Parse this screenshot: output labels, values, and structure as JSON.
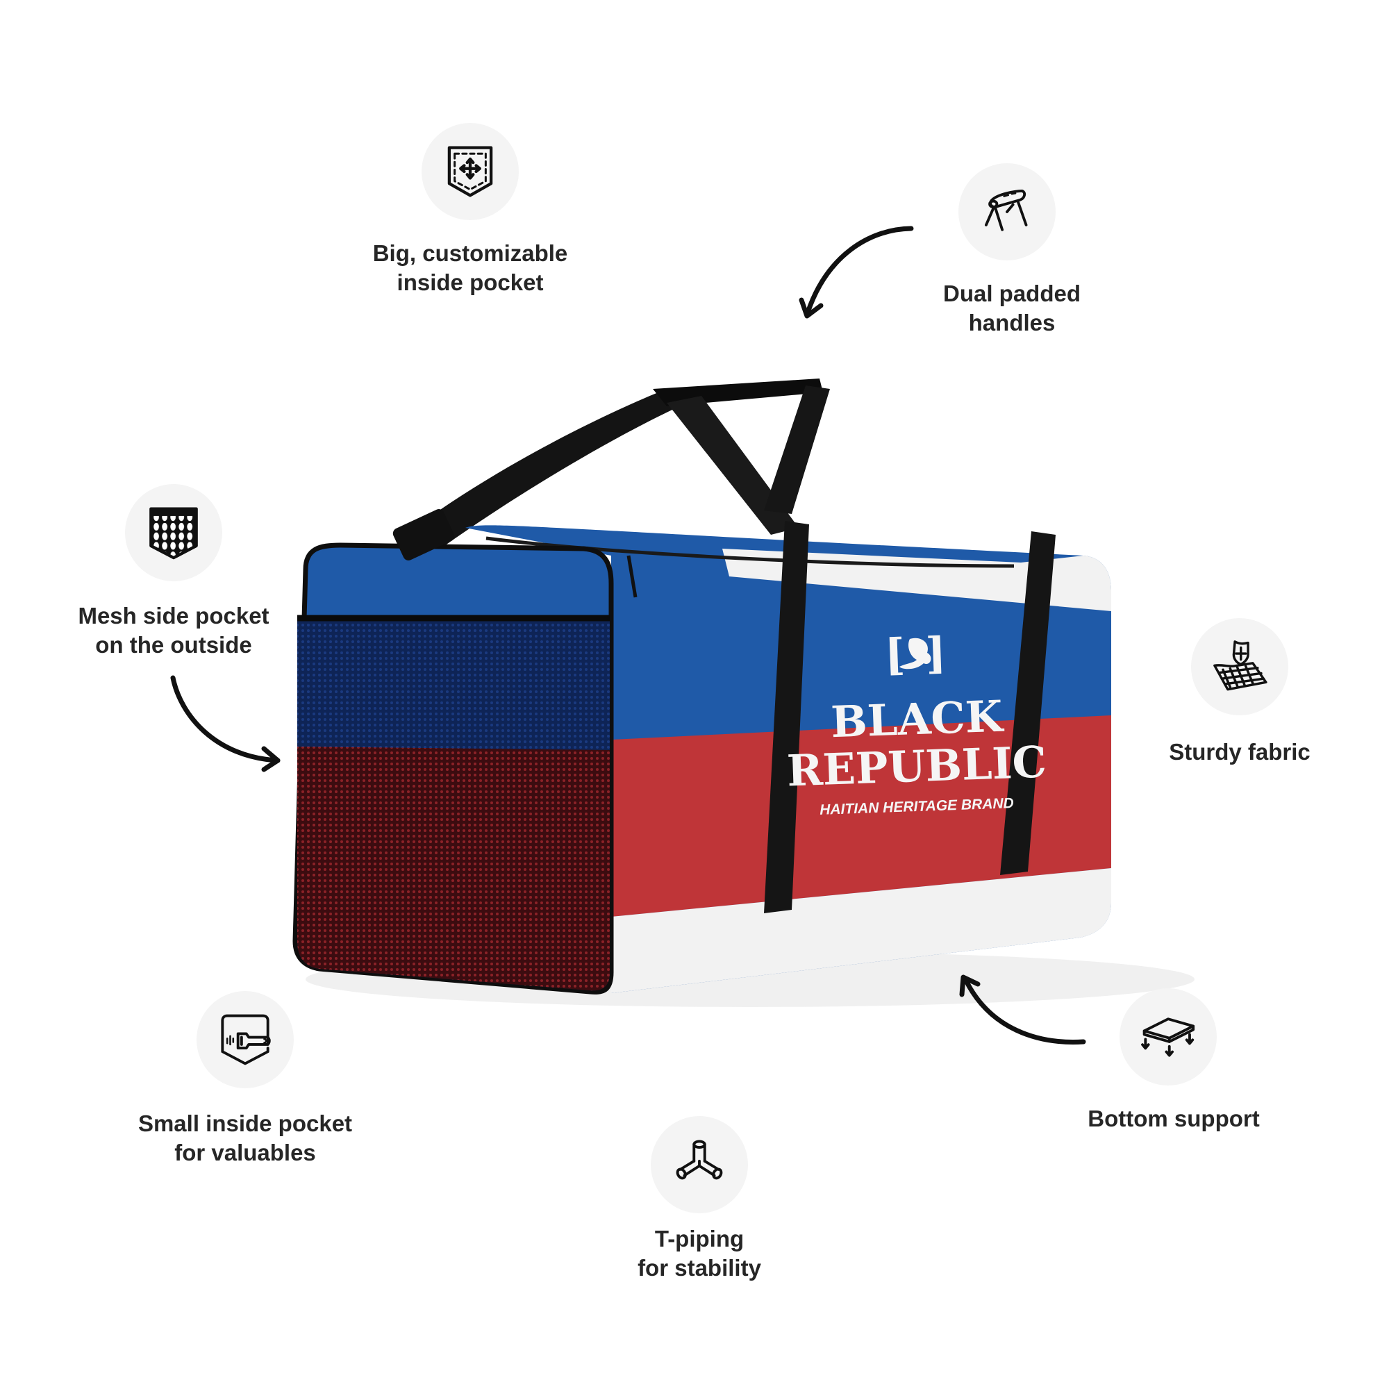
{
  "product": {
    "brand_name_line1": "BLACK",
    "brand_name_line2": "REPUBLIC",
    "brand_tagline": "HAITIAN HERITAGE BRAND",
    "logo_brackets": "[ ]",
    "colors": {
      "bag_blue": "#1f5aa8",
      "bag_red": "#bf3538",
      "bag_white": "#f2f2f2",
      "strap_black": "#141414",
      "mesh_blue": "#0e2456",
      "mesh_red": "#5a1418",
      "icon_circle": "#f4f4f4",
      "label_text": "#262626"
    }
  },
  "features": [
    {
      "id": "inside-pocket",
      "icon": "pocket-expand-icon",
      "line1": "Big, customizable",
      "line2": "inside pocket"
    },
    {
      "id": "handles",
      "icon": "padded-handle-icon",
      "line1": "Dual padded",
      "line2": "handles"
    },
    {
      "id": "mesh-pocket",
      "icon": "mesh-pocket-icon",
      "line1": "Mesh side pocket",
      "line2": "on the outside"
    },
    {
      "id": "sturdy-fabric",
      "icon": "shield-fabric-icon",
      "line1": "Sturdy fabric",
      "line2": ""
    },
    {
      "id": "small-pocket",
      "icon": "zipper-pocket-icon",
      "line1": "Small inside pocket",
      "line2": "for valuables"
    },
    {
      "id": "t-piping",
      "icon": "t-pipe-icon",
      "line1": "T-piping",
      "line2": "for stability"
    },
    {
      "id": "bottom-support",
      "icon": "bottom-support-icon",
      "line1": "Bottom support",
      "line2": ""
    }
  ]
}
